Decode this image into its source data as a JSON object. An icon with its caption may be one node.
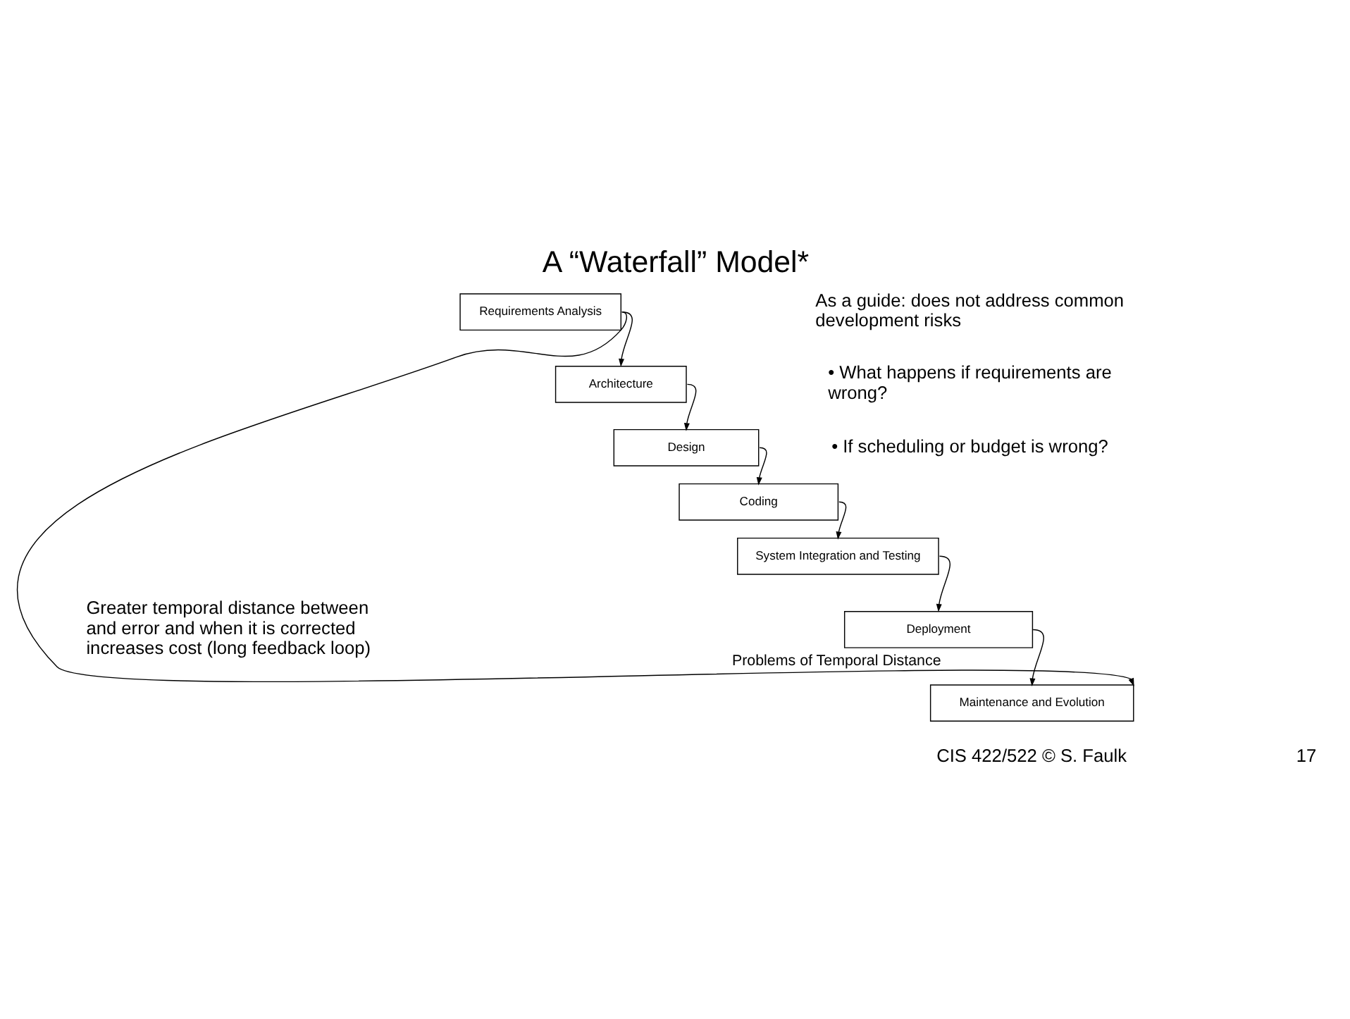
{
  "diagram": {
    "title": "A “Waterfall” Model*",
    "nodes": [
      {
        "text": [
          "Requirements Analysis"
        ]
      },
      {
        "text": [
          "Architecture"
        ]
      },
      {
        "text": [
          "Design"
        ]
      },
      {
        "text": [
          "Coding"
        ]
      },
      {
        "text": [
          "System Integration and Testing"
        ]
      },
      {
        "text": [
          "Deployment"
        ]
      },
      {
        "text": [
          "Maintenance and Evolution"
        ]
      }
    ],
    "edges": [
      {
        "from": 0,
        "to": 1,
        "arrow": "to"
      },
      {
        "from": 1,
        "to": 2,
        "arrow": "to"
      },
      {
        "from": 2,
        "to": 3,
        "arrow": "to"
      },
      {
        "from": 3,
        "to": 4,
        "arrow": "to"
      },
      {
        "from": 4,
        "to": 5,
        "arrow": "to"
      },
      {
        "from": 5,
        "to": 6,
        "arrow": "to"
      },
      {
        "from": 0,
        "to": 6,
        "arrow": "to",
        "label": "Problems of Temporal Distance"
      }
    ],
    "labels": [
      "As a guide: does not address common development risks",
      "• What happens if requirements are wrong?",
      "• If scheduling or budget is wrong?",
      "Greater temporal distance between and error and when it is corrected increases cost (long feedback loop)",
      "CIS 422/522 © S. Faulk",
      "17"
    ]
  }
}
